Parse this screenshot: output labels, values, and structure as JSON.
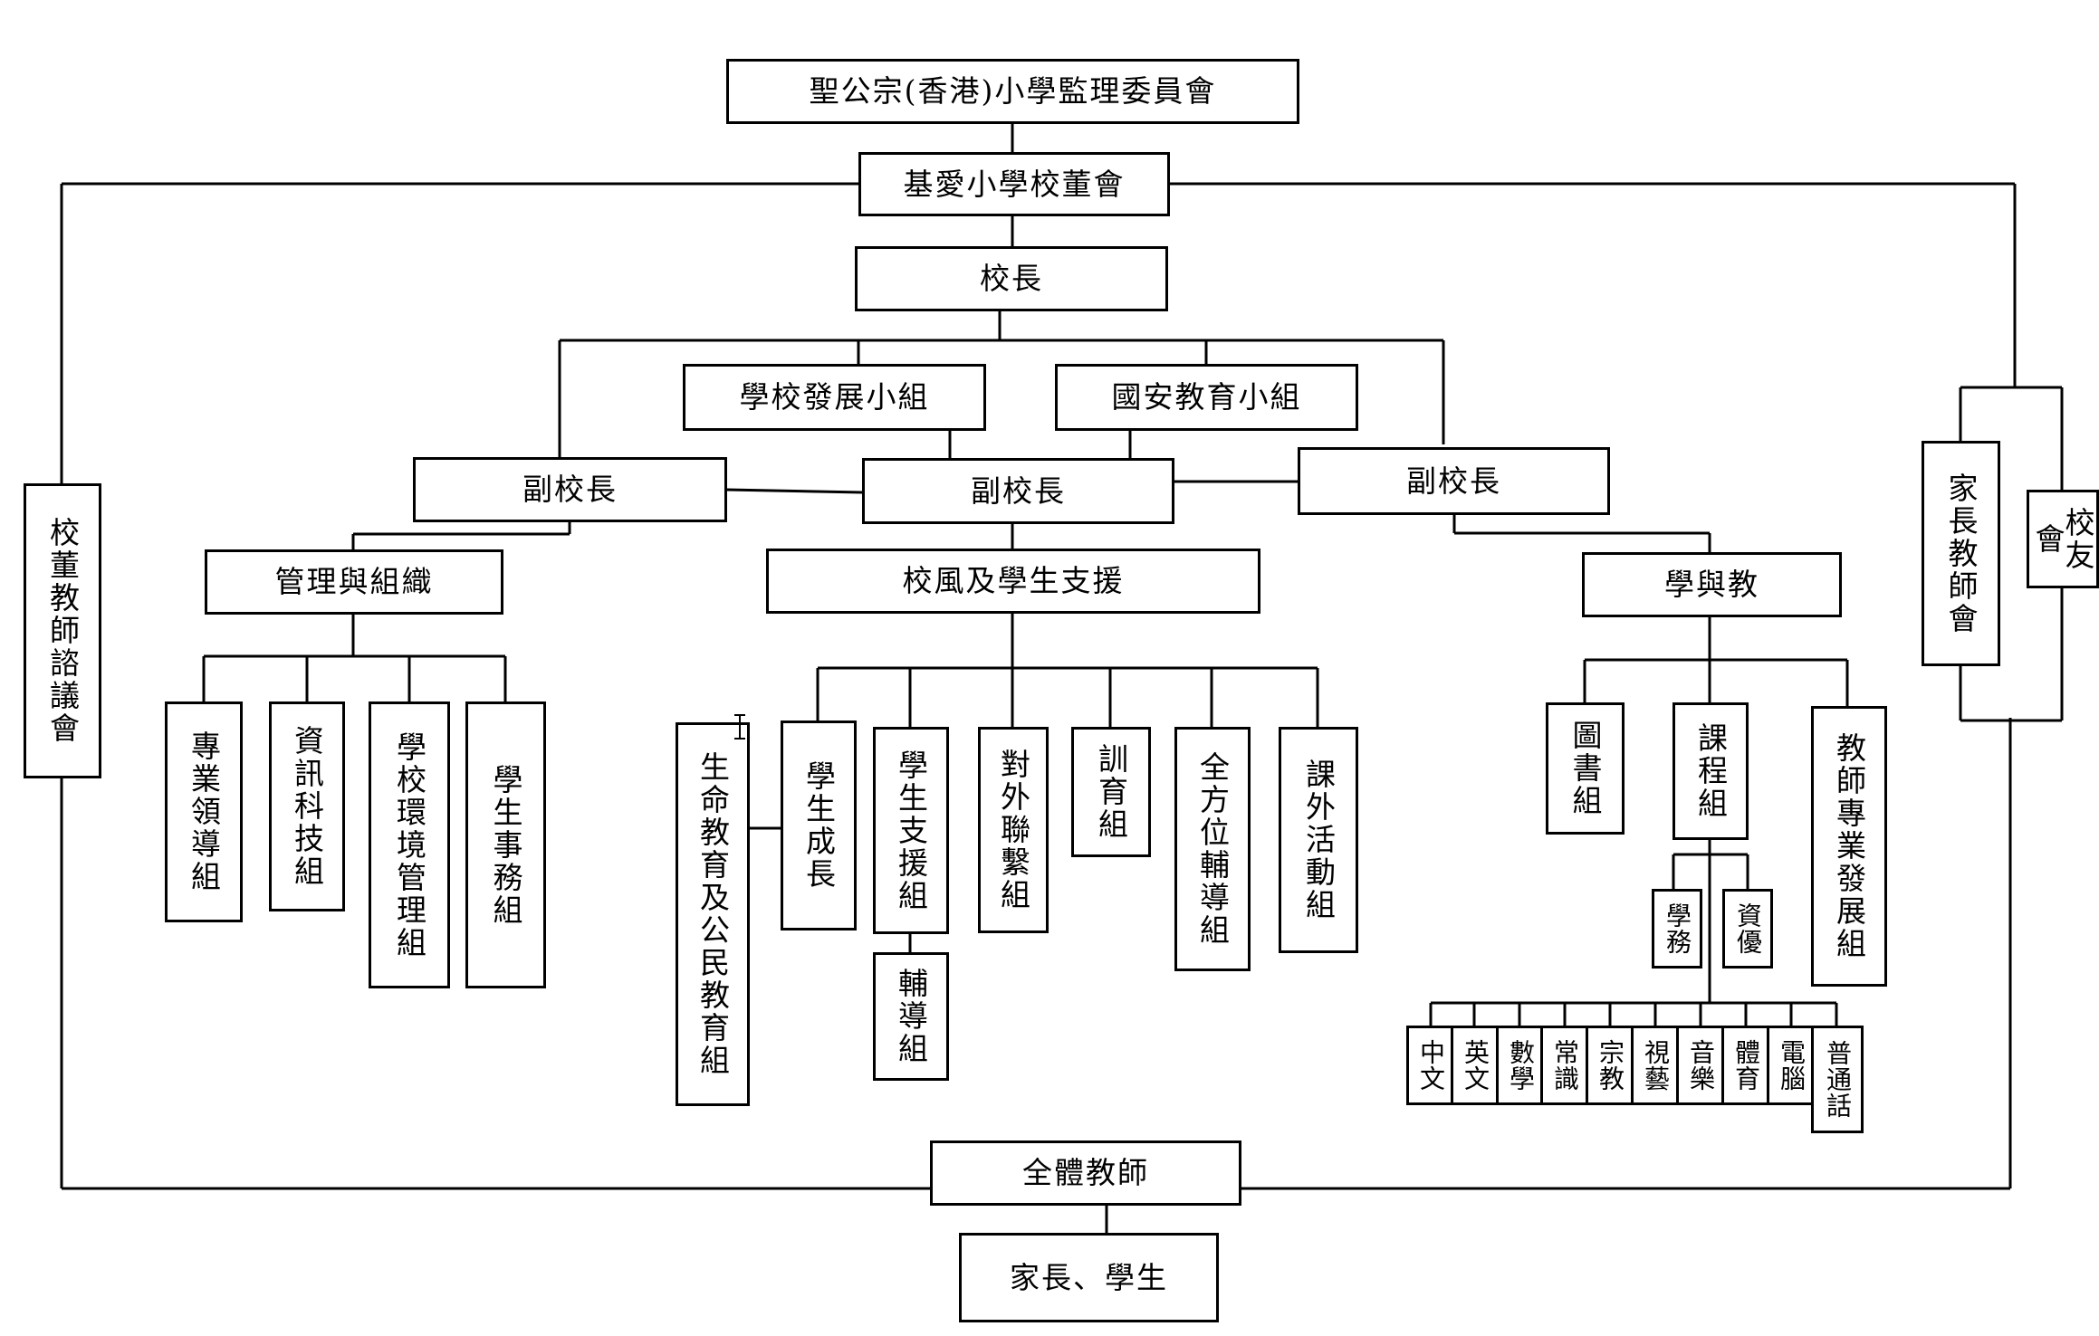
{
  "supervisory_committee": "聖公宗(香港)小學監理委員會",
  "school_board": "基愛小學校董會",
  "principal": "校長",
  "school_development_group": "學校發展小組",
  "national_security_group": "國安教育小組",
  "vice_principal_left": "副校長",
  "vice_principal_center": "副校長",
  "vice_principal_right": "副校長",
  "management_division": "管理與組織",
  "ethos_division": "校風及學生支援",
  "teaching_division": "學與教",
  "board_teacher_council": "校董教師諮議會",
  "pta": "家長教師會",
  "alumni": "校友會",
  "management_groups": [
    "專業領導組",
    "資訊科技組",
    "學校環境管理組",
    "學生事務組"
  ],
  "ethos_groups": {
    "life_education": "生命教育及公民教育組",
    "student_growth": "學生成長",
    "student_support": "學生支援組",
    "counselling": "輔導組",
    "external_relations": "對外聯繫組",
    "discipline": "訓育組",
    "guidance": "全方位輔導組",
    "extracurricular": "課外活動組"
  },
  "teaching_groups": {
    "library": "圖書組",
    "curriculum": "課程組",
    "teacher_development": "教師專業發展組",
    "academic_affairs": "學務",
    "gifted": "資優"
  },
  "subjects": [
    "中文",
    "英文",
    "數學",
    "常識",
    "宗教",
    "視藝",
    "音樂",
    "體育",
    "電腦",
    "普通話"
  ],
  "all_teachers": "全體教師",
  "parents_students": "家長、學生"
}
